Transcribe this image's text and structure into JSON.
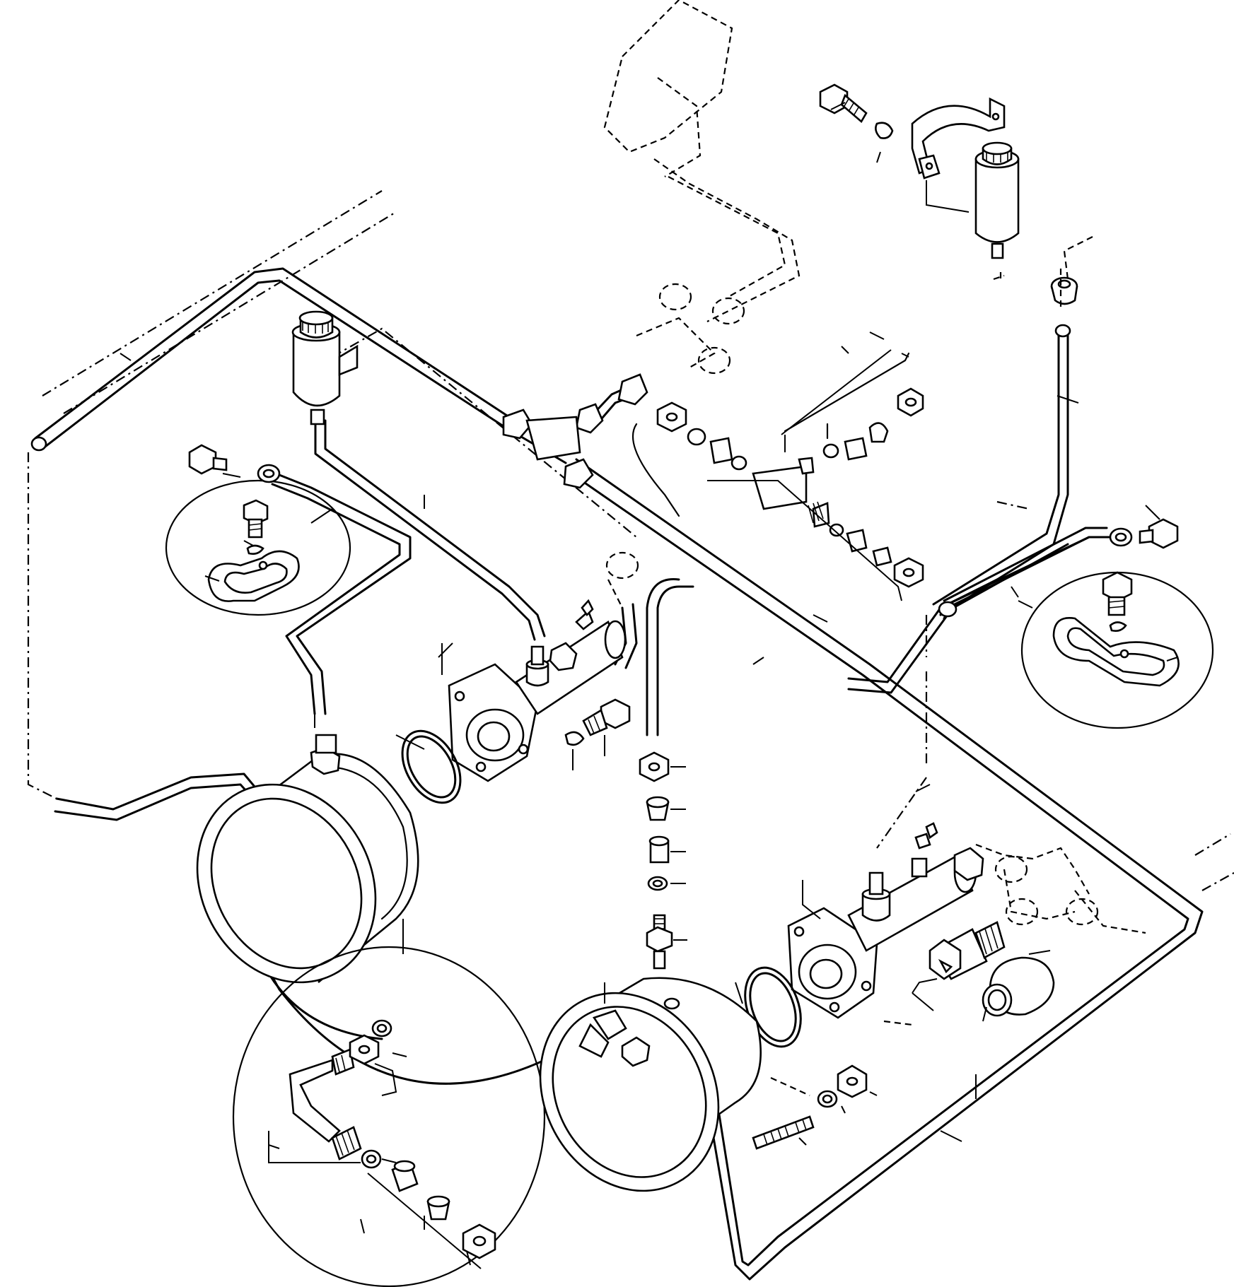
{
  "diagram": {
    "parts": [
      {
        "id": "brake-fluid-reservoir-left",
        "icon": "reservoir-icon"
      },
      {
        "id": "brake-fluid-reservoir-right",
        "icon": "reservoir-icon"
      },
      {
        "id": "reservoir-mounting-bracket",
        "icon": "clamp-icon"
      },
      {
        "id": "master-cylinder-left",
        "icon": "cylinder-icon"
      },
      {
        "id": "master-cylinder-right",
        "icon": "cylinder-icon"
      },
      {
        "id": "brake-booster-left",
        "icon": "booster-icon"
      },
      {
        "id": "brake-booster-right",
        "icon": "booster-icon"
      },
      {
        "id": "tee-fitting",
        "icon": "tee-fitting-icon"
      },
      {
        "id": "pipe-clamp-left",
        "icon": "clamp-icon"
      },
      {
        "id": "pipe-clamp-right",
        "icon": "clamp-icon"
      },
      {
        "id": "o-ring-left",
        "icon": "o-ring-icon"
      },
      {
        "id": "o-ring-right",
        "icon": "o-ring-icon"
      },
      {
        "id": "union-fitting-stack",
        "icon": "union-icon"
      },
      {
        "id": "stud-bolt",
        "icon": "stud-icon"
      },
      {
        "id": "dust-boot",
        "icon": "boot-icon"
      }
    ]
  }
}
